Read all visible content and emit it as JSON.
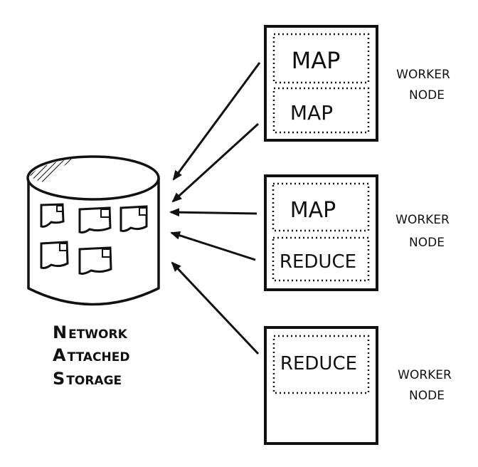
{
  "storage": {
    "line1_initial": "N",
    "line1_rest": "ETWORK",
    "line2_initial": "A",
    "line2_rest": "TTACHED",
    "line3_initial": "S",
    "line3_rest": "TORAGE"
  },
  "nodes": [
    {
      "label_line1": "WORKER",
      "label_line2": "NODE",
      "tasks": [
        "MAP",
        "MAP"
      ]
    },
    {
      "label_line1": "WORKER",
      "label_line2": "NODE",
      "tasks": [
        "MAP",
        "REDUCE"
      ]
    },
    {
      "label_line1": "WORKER",
      "label_line2": "NODE",
      "tasks": [
        "REDUCE"
      ]
    }
  ],
  "colors": {
    "ink": "#111111",
    "background": "#ffffff"
  }
}
